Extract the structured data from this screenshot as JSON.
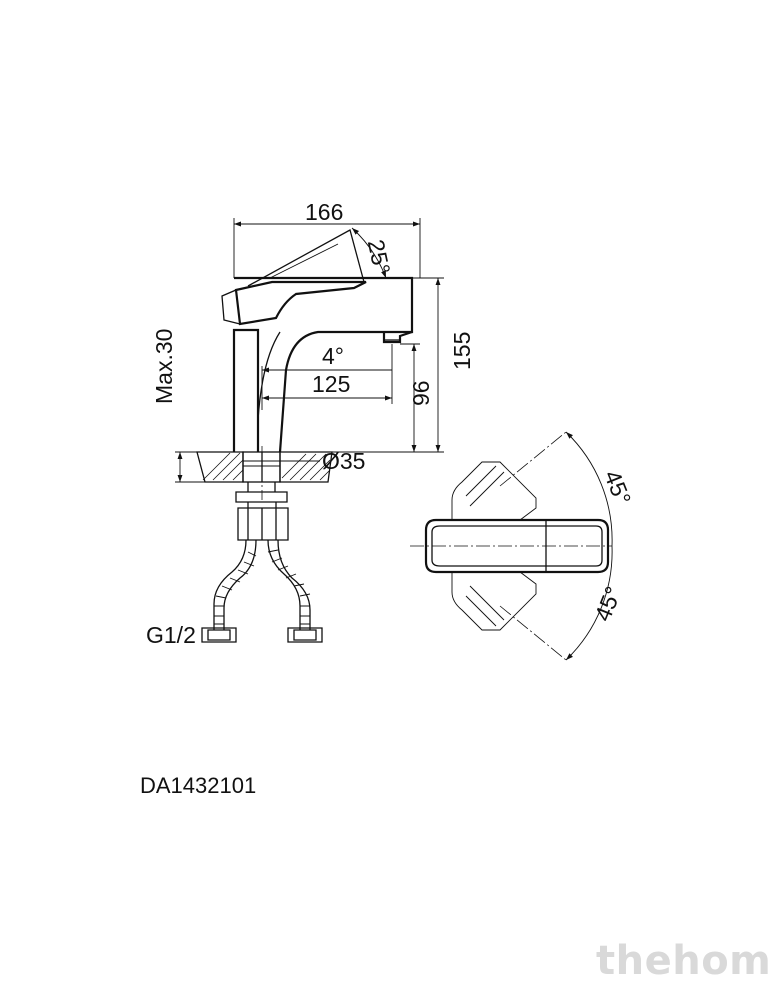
{
  "dimensions": {
    "width_166": "166",
    "angle_25": "25°",
    "height_155": "155",
    "angle_4": "4°",
    "reach_125": "125",
    "height_96": "96",
    "max_30": "Max.30",
    "diameter_35": "Ø35",
    "angle_45_top": "45°",
    "angle_45_bottom": "45°",
    "thread": "G1/2"
  },
  "model": "DA1432101",
  "watermark": "thehome"
}
